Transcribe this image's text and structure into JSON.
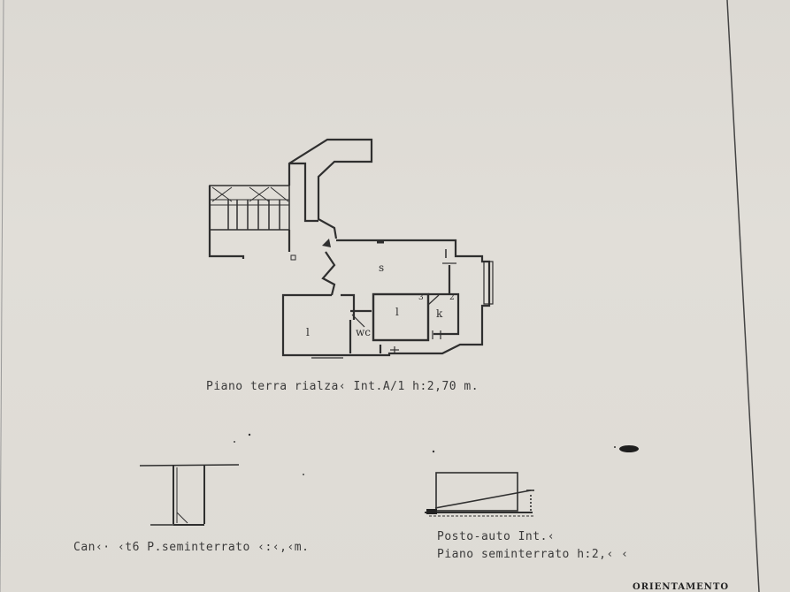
{
  "rooms": {
    "s": "s",
    "l_center": "l",
    "l_left": "l",
    "k": "k",
    "wc": "wc",
    "num_3": "3",
    "num_2": "2"
  },
  "captions": {
    "ground_floor": "Piano terra rialza‹ Int.A/1 h:2,70 m.",
    "cellar": "Can‹· ‹t6 P.seminterrato ‹:‹,‹m.",
    "parking_line1": "Posto-auto Int.‹",
    "parking_line2": "Piano seminterrato h:2,‹ ‹",
    "orientation": "ORIENTAMENTO"
  },
  "colors": {
    "ink": "#2f2f2f",
    "paper": "#dedbd5",
    "border": "#3a3a3a"
  }
}
